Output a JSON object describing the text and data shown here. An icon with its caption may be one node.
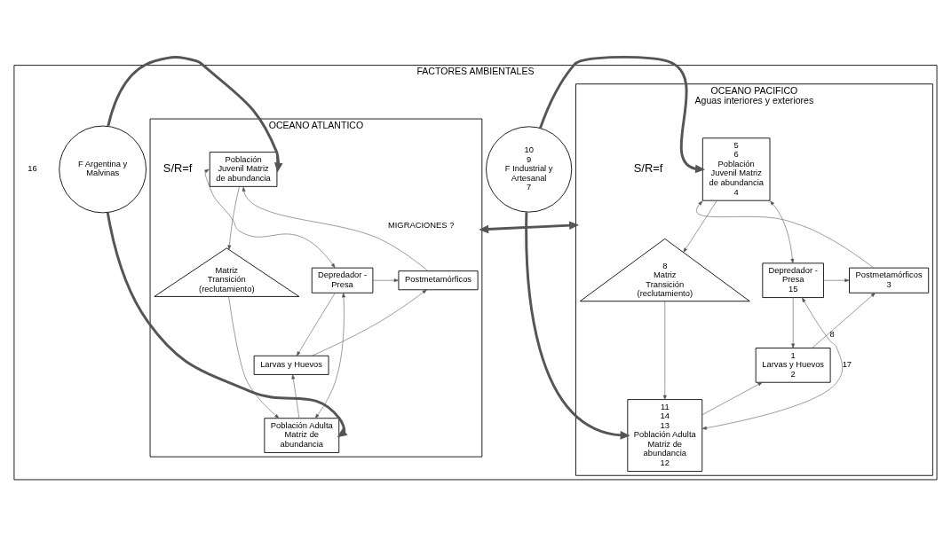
{
  "diagram": {
    "nodes": [
      {
        "text": [
          "FACTORES AMBIENTALES"
        ]
      },
      {
        "text": [
          "OCEANO PACIFICO",
          "Aguas interiores y exteriores"
        ],
        "in": 0
      },
      {
        "text": [
          "10",
          "9",
          "F Industrial y Artesanal",
          "7"
        ],
        "in": 0
      },
      {
        "text": [
          "5",
          "6",
          "Población Juvenil Matriz de abundancia",
          "4"
        ],
        "in": 1
      },
      {
        "text": [
          "Postmetamórficos",
          "3"
        ],
        "in": 1
      },
      {
        "text": [
          "8",
          "Matriz Transición (reclutamiento)"
        ],
        "in": 1
      },
      {
        "text": [
          "1",
          "Larvas y Huevos",
          "2"
        ],
        "in": 1
      },
      {
        "text": [
          "Depredador - Presa",
          "15"
        ],
        "in": 1
      },
      {
        "text": [
          "11",
          "14",
          "13",
          "Población Adulta Matriz de abundancia",
          "12"
        ],
        "in": 1
      },
      {
        "text": [
          "OCEANO ATLANTICO"
        ],
        "in": 0
      },
      {
        "text": [
          "Población Juvenil Matriz de abundancia"
        ],
        "in": 9
      },
      {
        "text": [
          "Depredador - Presa"
        ],
        "in": 9
      },
      {
        "text": [
          "Postmetamórficos"
        ],
        "in": 9
      },
      {
        "text": [
          "Matriz Transición (reclutamiento)"
        ],
        "in": 9
      },
      {
        "text": [
          "Larvas y Huevos"
        ],
        "in": 9
      },
      {
        "text": [
          "Población Adulta Matriz de abundancia"
        ],
        "in": 9
      },
      {
        "text": [
          "F Argentina y Malvinas"
        ],
        "in": 0
      }
    ],
    "edges": [
      {
        "from": 2,
        "to": 3,
        "arrow": "to",
        "style": "thick"
      },
      {
        "from": 2,
        "to": 8,
        "arrow": "to",
        "style": "thick"
      },
      {
        "from": 4,
        "to": 3,
        "arrow": "to"
      },
      {
        "from": 3,
        "to": 7,
        "arrow": "both"
      },
      {
        "from": 3,
        "to": 5,
        "arrow": "to"
      },
      {
        "from": 7,
        "to": 4,
        "arrow": "to"
      },
      {
        "from": 6,
        "to": 4,
        "arrow": "to",
        "label": "8"
      },
      {
        "from": 7,
        "to": 6,
        "arrow": "to"
      },
      {
        "from": 8,
        "to": 6,
        "arrow": "to"
      },
      {
        "from": 5,
        "to": 8,
        "arrow": "to"
      },
      {
        "from": 8,
        "to": 7,
        "arrow": "both",
        "label": "17"
      },
      {
        "from": 11,
        "to": 10,
        "arrow": "both"
      },
      {
        "from": 11,
        "to": 12,
        "arrow": "to"
      },
      {
        "from": 11,
        "to": 14,
        "arrow": "to"
      },
      {
        "from": 12,
        "to": 10,
        "arrow": "to"
      },
      {
        "from": 14,
        "to": 12,
        "arrow": "to"
      },
      {
        "from": 15,
        "to": 14,
        "arrow": "to"
      },
      {
        "from": 10,
        "to": 13,
        "arrow": "to"
      },
      {
        "from": 13,
        "to": 15,
        "arrow": "to"
      },
      {
        "from": 11,
        "to": 15,
        "arrow": "both"
      },
      {
        "from": 16,
        "to": 10,
        "arrow": "to",
        "style": "thick"
      },
      {
        "from": 16,
        "to": 15,
        "arrow": "to",
        "style": "thick"
      },
      {
        "from": 1,
        "to": 9,
        "arrow": "both",
        "style": "thick",
        "label": "MIGRACIONES ?"
      }
    ],
    "labels": [
      "16",
      "S/R=f",
      "S/R=f"
    ]
  }
}
